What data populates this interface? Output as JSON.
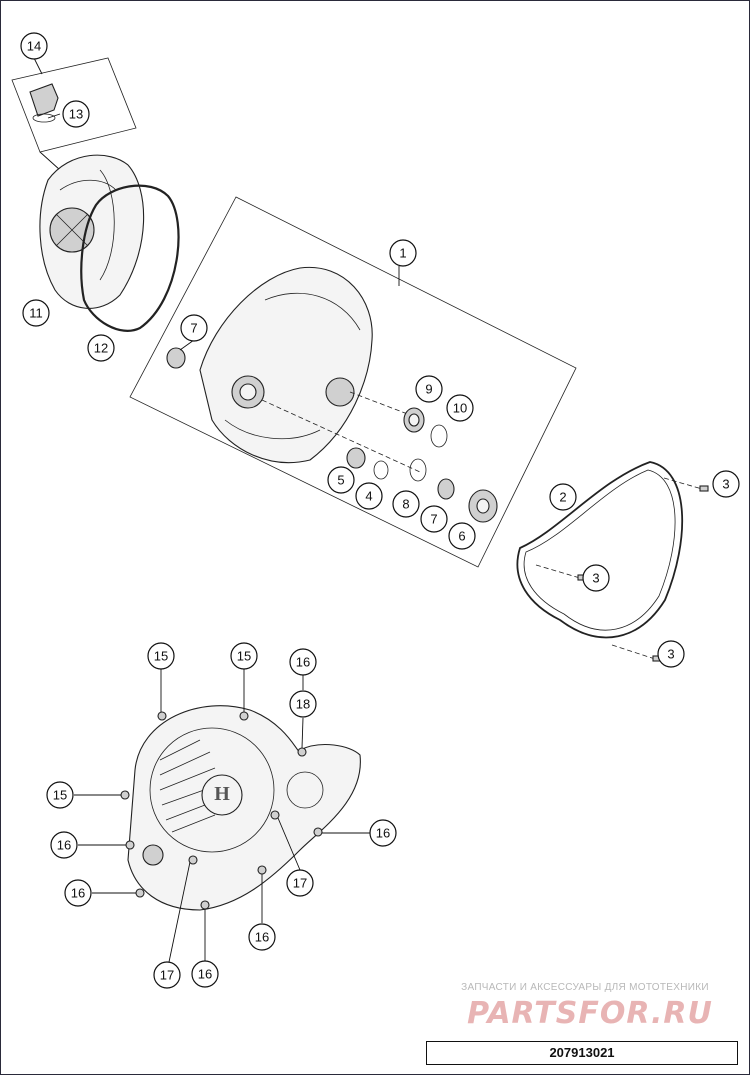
{
  "diagram": {
    "part_number": "207913021",
    "callouts": {
      "c1": "1",
      "c2": "2",
      "c3a": "3",
      "c3b": "3",
      "c3c": "3",
      "c4": "4",
      "c5": "5",
      "c6": "6",
      "c7a": "7",
      "c7b": "7",
      "c8": "8",
      "c9": "9",
      "c10": "10",
      "c11": "11",
      "c12": "12",
      "c13": "13",
      "c14": "14",
      "c15a": "15",
      "c15b": "15",
      "c15c": "15",
      "c16a": "16",
      "c16b": "16",
      "c16c": "16",
      "c16d": "16",
      "c16e": "16",
      "c16f": "16",
      "c17a": "17",
      "c17b": "17",
      "c18": "18"
    }
  },
  "watermark": {
    "tagline": "ЗАПЧАСТИ И АКСЕССУАРЫ ДЛЯ МОТОТЕХНИКИ",
    "brand": "PARTSFOR.RU"
  },
  "colors": {
    "line": "#111111",
    "watermark_text": "#b8b8b8",
    "watermark_logo": "#e8b4b4"
  }
}
